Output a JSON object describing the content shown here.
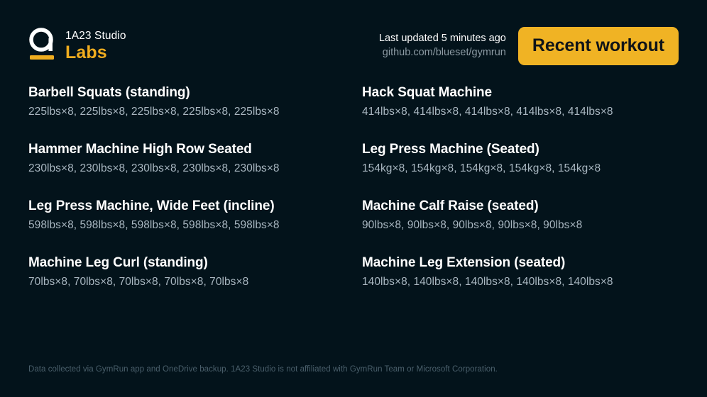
{
  "brand": {
    "logo_icon": "1a23-a-mark-icon",
    "studio": "1A23 Studio",
    "labs": "Labs",
    "accent_color": "#f0ad1f"
  },
  "header": {
    "last_updated": "Last updated 5 minutes ago",
    "source_link": "github.com/blueset/gymrun",
    "badge_label": "Recent workout",
    "badge_color": "#f0b324"
  },
  "workout": {
    "columns": [
      {
        "entries": [
          {
            "name": "Barbell Squats (standing)",
            "sets": "225lbs×8, 225lbs×8, 225lbs×8, 225lbs×8, 225lbs×8"
          },
          {
            "name": "Hammer Machine High Row Seated",
            "sets": "230lbs×8, 230lbs×8, 230lbs×8, 230lbs×8, 230lbs×8"
          },
          {
            "name": "Leg Press Machine, Wide Feet (incline)",
            "sets": "598lbs×8, 598lbs×8, 598lbs×8, 598lbs×8, 598lbs×8"
          },
          {
            "name": "Machine Leg Curl (standing)",
            "sets": "70lbs×8, 70lbs×8, 70lbs×8, 70lbs×8, 70lbs×8"
          }
        ]
      },
      {
        "entries": [
          {
            "name": "Hack Squat Machine",
            "sets": "414lbs×8, 414lbs×8, 414lbs×8, 414lbs×8, 414lbs×8"
          },
          {
            "name": "Leg Press Machine (Seated)",
            "sets": "154kg×8, 154kg×8, 154kg×8, 154kg×8, 154kg×8"
          },
          {
            "name": "Machine Calf Raise (seated)",
            "sets": "90lbs×8, 90lbs×8, 90lbs×8, 90lbs×8, 90lbs×8"
          },
          {
            "name": "Machine Leg Extension (seated)",
            "sets": "140lbs×8, 140lbs×8, 140lbs×8, 140lbs×8, 140lbs×8"
          }
        ]
      }
    ]
  },
  "footer": {
    "disclaimer": "Data collected via GymRun app and OneDrive backup. 1A23 Studio is not affiliated with GymRun Team or Microsoft Corporation."
  }
}
